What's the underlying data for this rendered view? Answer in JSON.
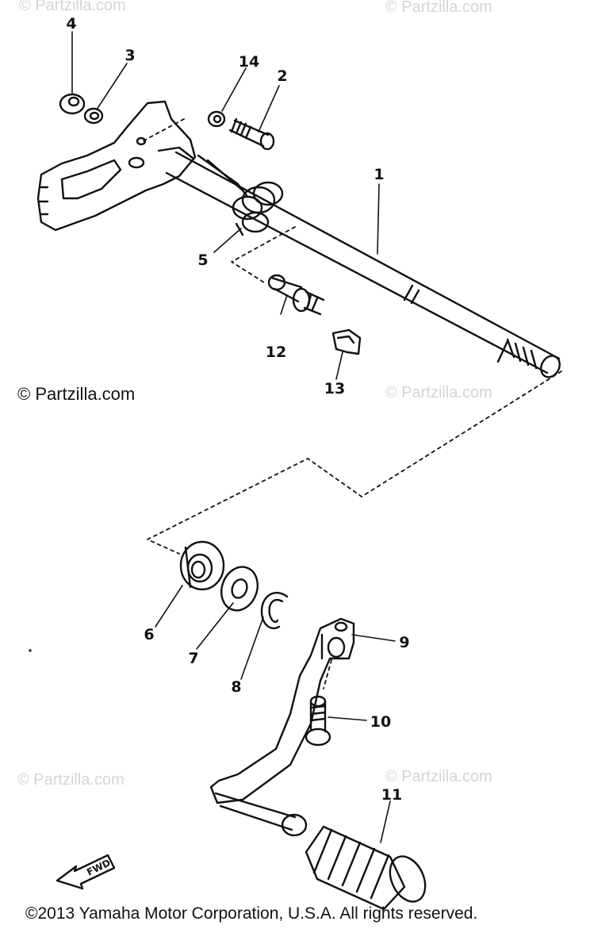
{
  "watermark": "© Partzilla.com",
  "credit": "© Partzilla.com",
  "copyright": "©2013 Yamaha Motor Corporation, U.S.A. All rights reserved.",
  "fwd_label": "FWD",
  "callouts": [
    {
      "id": "1",
      "label": "1"
    },
    {
      "id": "2",
      "label": "2"
    },
    {
      "id": "3",
      "label": "3"
    },
    {
      "id": "4",
      "label": "4"
    },
    {
      "id": "5",
      "label": "5"
    },
    {
      "id": "6",
      "label": "6"
    },
    {
      "id": "7",
      "label": "7"
    },
    {
      "id": "8",
      "label": "8"
    },
    {
      "id": "9",
      "label": "9"
    },
    {
      "id": "10",
      "label": "10"
    },
    {
      "id": "11",
      "label": "11"
    },
    {
      "id": "12",
      "label": "12"
    },
    {
      "id": "13",
      "label": "13"
    },
    {
      "id": "14",
      "label": "14"
    }
  ]
}
